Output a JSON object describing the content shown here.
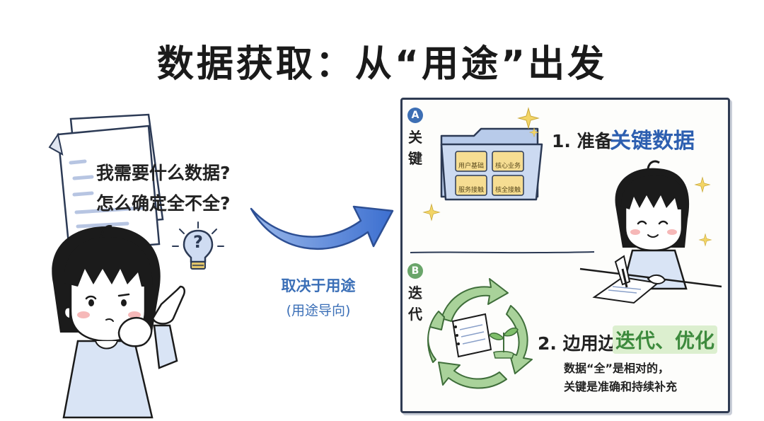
{
  "title": "数据获取：从“用途”出发",
  "left": {
    "question_1": "我需要什么数据?",
    "question_2": "怎么确定全不全?",
    "question_mark": "?"
  },
  "middle": {
    "label": "取决于用途",
    "sub_label": "(用途导向)"
  },
  "panel": {
    "section_a": {
      "badge": "A",
      "side_label": [
        "关",
        "键"
      ],
      "step_prefix": "1. 准备",
      "step_highlight": "关键数据",
      "folder_docs": [
        "用户基础",
        "核心业务",
        "服务接触",
        "核全接触"
      ]
    },
    "section_b": {
      "badge": "B",
      "side_label": [
        "迭",
        "代"
      ],
      "step_prefix": "2. 边用边",
      "step_highlight": "迭代、优化",
      "note_line_1": "数据“全”是相对的，",
      "note_line_2": "关键是准确和持续补充"
    }
  },
  "colors": {
    "blue": "#3d6fb4",
    "green": "#6aa56a",
    "highlight_green_bg": "#dcefcf"
  }
}
